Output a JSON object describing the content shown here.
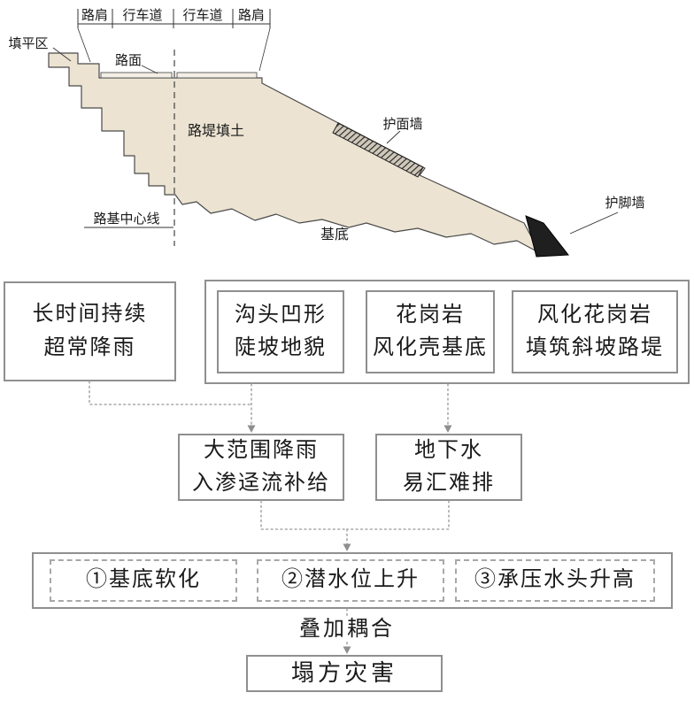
{
  "figure": {
    "cross_section": {
      "dimension_labels": [
        "路肩",
        "行车道",
        "行车道",
        "路肩"
      ],
      "labels": {
        "fill_leveling_area": "填平区",
        "pavement": "路面",
        "embankment_fill": "路堤填土",
        "slope_face_wall": "护面墙",
        "toe_wall": "护脚墙",
        "subgrade_centerline": "路基中心线",
        "foundation_base": "基底"
      },
      "colors": {
        "embankment_fill": "#ece3d2",
        "toe_wall": "#1f1f1f",
        "outline": "#4a4a4a"
      }
    },
    "flowchart": {
      "cause_rain": {
        "line1": "长时间持续",
        "line2": "超常降雨"
      },
      "cause_group": [
        {
          "line1": "沟头凹形",
          "line2": "陡坡地貌"
        },
        {
          "line1": "花岗岩",
          "line2": "风化壳基底"
        },
        {
          "line1": "风化花岗岩",
          "line2": "填筑斜坡路堤"
        }
      ],
      "process": [
        {
          "line1": "大范围降雨",
          "line2": "入渗迳流补给"
        },
        {
          "line1": "地下水",
          "line2": "易汇难排"
        }
      ],
      "effects": [
        "①基底软化",
        "②潜水位上升",
        "③承压水头升高"
      ],
      "coupling": "叠加耦合",
      "result": "塌方灾害"
    }
  }
}
